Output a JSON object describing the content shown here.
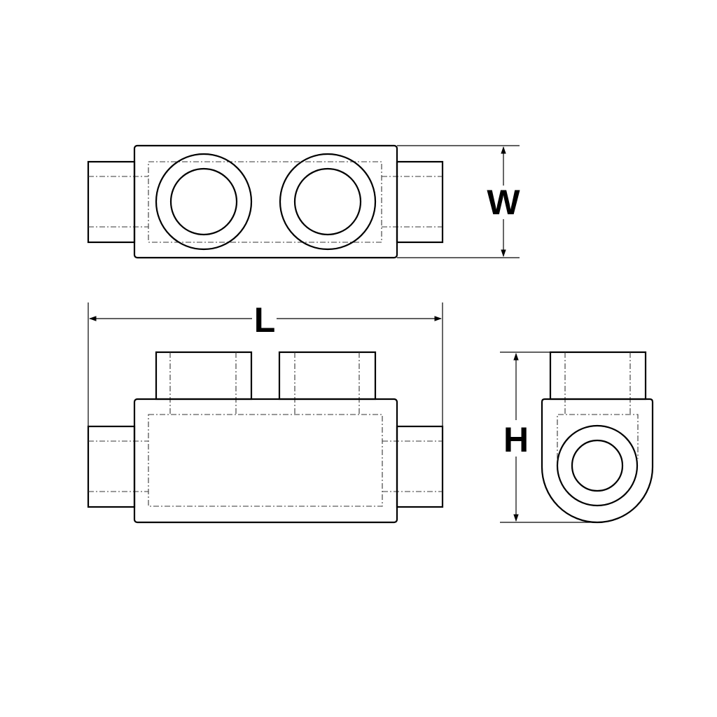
{
  "diagram": {
    "type": "technical-drawing",
    "subject": "insulated multi-tap connector, orthographic views",
    "views": [
      {
        "name": "top-view",
        "ports": 2
      },
      {
        "name": "front-view",
        "ports": 2
      },
      {
        "name": "side-view",
        "ports": 1
      }
    ],
    "dimensions": {
      "width_label": "W",
      "length_label": "L",
      "height_label": "H"
    },
    "colors": {
      "line": "#000000",
      "background": "#ffffff"
    }
  }
}
